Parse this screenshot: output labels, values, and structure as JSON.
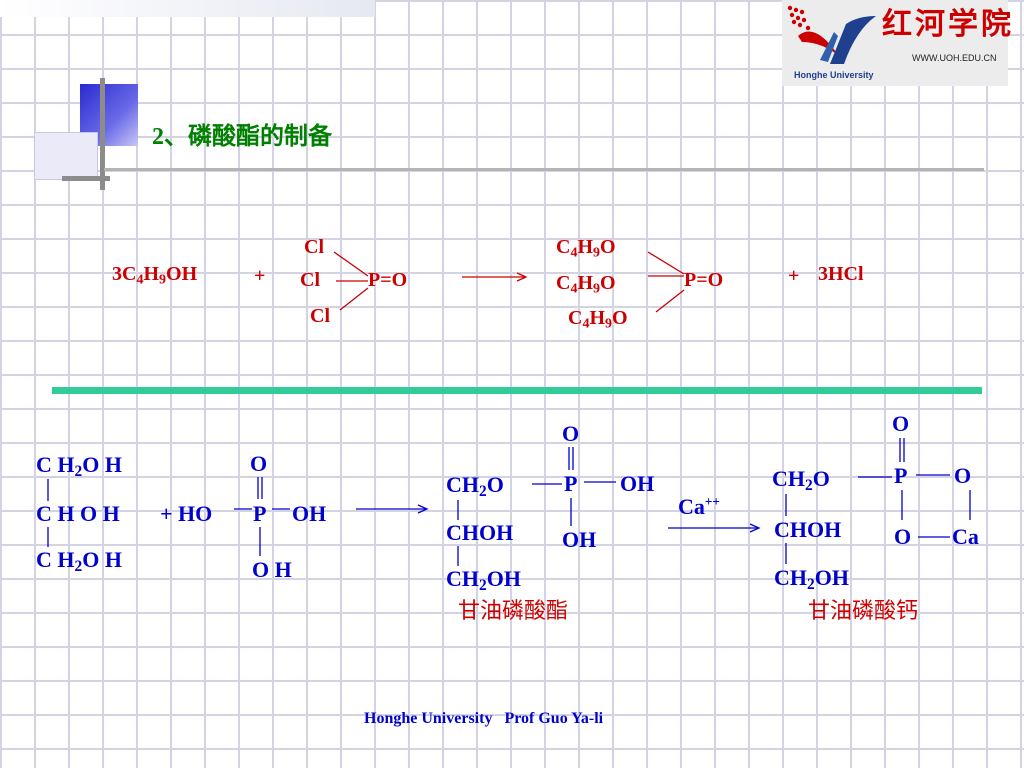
{
  "slide": {
    "title": "2、磷酸酯的制备",
    "footer": "Honghe University   Prof Guo Ya-li"
  },
  "logo": {
    "cn_name": "红河学院",
    "url": "WWW.UOH.EDU.CN",
    "en_name": "Honghe University"
  },
  "reaction1": {
    "reactant1": "3C",
    "r1_sub1": "4",
    "r1_mid": "H",
    "r1_sub2": "9",
    "r1_end": "OH",
    "plus1": "+",
    "cl_top": "Cl",
    "cl_mid": "Cl",
    "cl_bot": "Cl",
    "p_center": "P=O",
    "prod_top_c": "C",
    "prod_top_sub1": "4",
    "prod_top_h": "H",
    "prod_top_sub2": "9",
    "prod_top_o": "O",
    "prod_mid_c": "C",
    "prod_mid_sub1": "4",
    "prod_mid_h": "H",
    "prod_mid_sub2": "9",
    "prod_mid_o": "O",
    "prod_bot_c": "C",
    "prod_bot_sub1": "4",
    "prod_bot_h": "H",
    "prod_bot_sub2": "9",
    "prod_bot_o": "O",
    "p_product": "P=O",
    "plus2": "+",
    "byproduct": "3HCl"
  },
  "reaction2": {
    "gly_row1_a": "C H",
    "gly_row1_sub": "2",
    "gly_row1_b": "O H",
    "gly_row2": "C H O H",
    "gly_row3_a": "C H",
    "gly_row3_sub": "2",
    "gly_row3_b": "O H",
    "plus_ho": "+ HO",
    "acid_o_top": "O",
    "acid_p": "P",
    "acid_oh_right": "OH",
    "acid_oh_bottom": "O H",
    "e_row1_a": "CH",
    "e_row1_sub": "2",
    "e_row1_b": "O",
    "e_p": "P",
    "e_oh_right": "OH",
    "e_o_top": "O",
    "e_oh_bottom": "OH",
    "e_row2": "CHOH",
    "e_row3_a": "CH",
    "e_row3_sub": "2",
    "e_row3_b": "OH",
    "ester_name": "甘油磷酸酯",
    "ca_label": "Ca",
    "ca_charge": "++",
    "s_row1_a": "CH",
    "s_row1_sub": "2",
    "s_row1_b": "O",
    "s_p": "P",
    "s_o_top": "O",
    "s_o_right": "O",
    "s_o_bottom": "O",
    "s_ca": "Ca",
    "s_row2": "CHOH",
    "s_row3_a": "CH",
    "s_row3_sub": "2",
    "s_row3_b": "OH",
    "salt_name": "甘油磷酸钙"
  },
  "colors": {
    "title": "#008000",
    "reaction1": "#cc0000",
    "reaction2": "#0000cc",
    "divider": "#33cc99",
    "logo_red": "#cc0000",
    "logo_blue": "#1f3f8f"
  }
}
